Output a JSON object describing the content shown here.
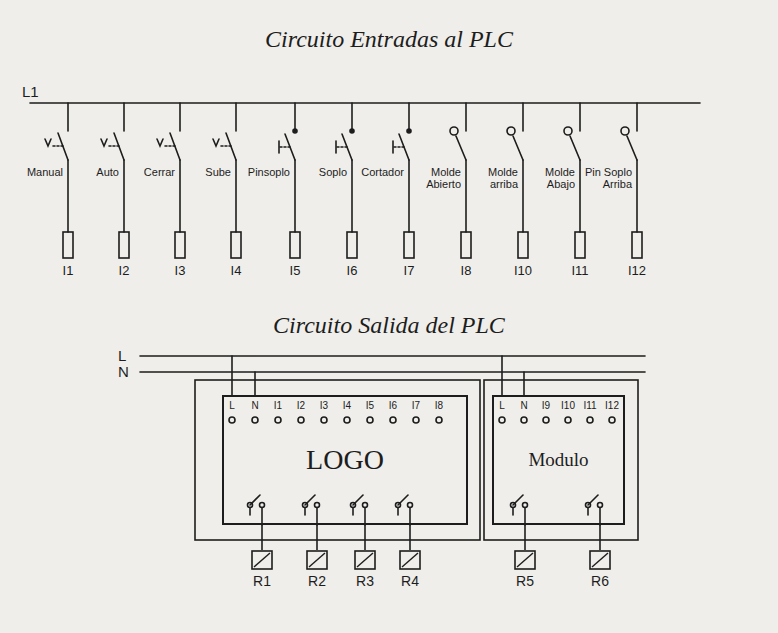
{
  "diagram": {
    "title": "Circuito Entradas al PLC",
    "nodes": [
      {
        "text": [
          "LOGO"
        ]
      },
      {
        "text": [
          "Modulo"
        ]
      },
      {
        "text": [
          "R1"
        ]
      },
      {
        "text": [
          "R2"
        ]
      },
      {
        "text": [
          "R3"
        ]
      },
      {
        "text": [
          "R4"
        ]
      },
      {
        "text": [
          "R5"
        ]
      },
      {
        "text": [
          "R6"
        ]
      }
    ],
    "edges": [
      {
        "from": 0,
        "to": 2,
        "arrow": "none"
      },
      {
        "from": 0,
        "to": 3,
        "arrow": "none"
      },
      {
        "from": 0,
        "to": 4,
        "arrow": "none"
      },
      {
        "from": 0,
        "to": 5,
        "arrow": "none"
      },
      {
        "from": 1,
        "to": 6,
        "arrow": "none"
      },
      {
        "from": 1,
        "to": 7,
        "arrow": "none"
      }
    ],
    "labels": [
      "L1",
      "Manual",
      "Auto",
      "Cerrar",
      "Sube",
      "Pinsoplo",
      "Soplo",
      "Cortador",
      "Molde Abierto",
      "Molde arriba",
      "Molde Abajo",
      "Pin Soplo Arriba",
      "I1",
      "I2",
      "I3",
      "I4",
      "I5",
      "I6",
      "I7",
      "I8",
      "I10",
      "I11",
      "I12",
      "Circuito Salida del PLC",
      "L",
      "N",
      "L",
      "N",
      "I1",
      "I2",
      "I3",
      "I4",
      "I5",
      "I6",
      "I7",
      "I8",
      "L",
      "N",
      "I9",
      "I10",
      "I11",
      "I12"
    ]
  }
}
